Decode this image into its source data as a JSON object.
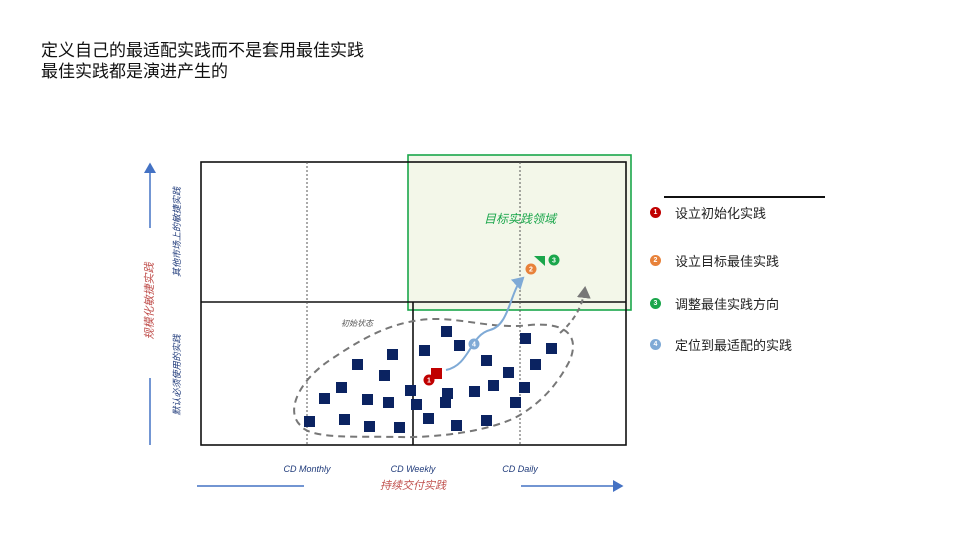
{
  "title": {
    "line1": "定义自己的最适配实践而不是套用最佳实践",
    "line2": "最佳实践都是演进产生的"
  },
  "diagram": {
    "y_axis_title": "规模化敏捷实践",
    "y_upper_label": "其他市场上的敏捷实践",
    "y_lower_label": "默认必须使用的实践",
    "x_axis_title": "持续交付实践",
    "x_ticks": [
      "CD Monthly",
      "CD Weekly",
      "CD Daily"
    ],
    "target_region_label": "目标实践领域",
    "initial_state_label": "初始状态",
    "colors": {
      "red": "#c00000",
      "orange": "#e8823a",
      "green": "#1aa64b",
      "light_blue": "#7faad6",
      "navy": "#0b2361",
      "target_fill": "#f3f7e9",
      "axis_blue": "#4472c4"
    }
  },
  "markers": [
    {
      "number": "1",
      "color": "#c00000"
    },
    {
      "number": "2",
      "color": "#e8823a"
    },
    {
      "number": "3",
      "color": "#1aa64b"
    },
    {
      "number": "4",
      "color": "#7faad6"
    }
  ],
  "legend": [
    {
      "number": "1",
      "text": "设立初始化实践",
      "color": "#c00000"
    },
    {
      "number": "2",
      "text": "设立目标最佳实践",
      "color": "#e8823a"
    },
    {
      "number": "3",
      "text": "调整最佳实践方向",
      "color": "#1aa64b"
    },
    {
      "number": "4",
      "text": "定位到最适配的实践",
      "color": "#7faad6"
    }
  ]
}
